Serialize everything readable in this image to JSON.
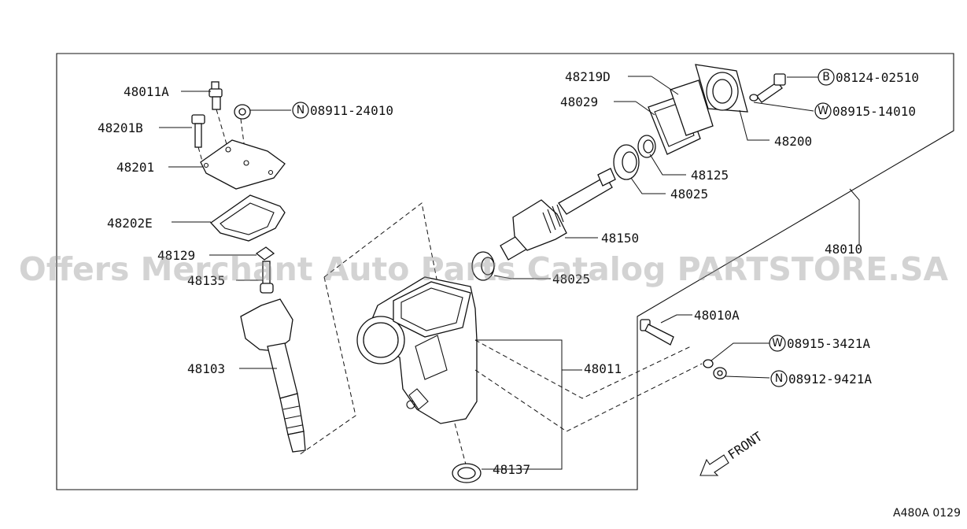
{
  "parts": [
    {
      "label": "48011A",
      "key": "p_48011A"
    },
    {
      "label": "48201B",
      "key": "p_48201B"
    },
    {
      "label": "48201",
      "key": "p_48201"
    },
    {
      "label": "48202E",
      "key": "p_48202E"
    },
    {
      "label": "48129",
      "key": "p_48129"
    },
    {
      "label": "48135",
      "key": "p_48135"
    },
    {
      "label": "48103",
      "key": "p_48103"
    },
    {
      "label": "48219D",
      "key": "p_48219D"
    },
    {
      "label": "48029",
      "key": "p_48029"
    },
    {
      "label": "48200",
      "key": "p_48200"
    },
    {
      "label": "48125",
      "key": "p_48125"
    },
    {
      "label": "48025",
      "key": "p_48025a"
    },
    {
      "label": "48150",
      "key": "p_48150"
    },
    {
      "label": "48025",
      "key": "p_48025b"
    },
    {
      "label": "48010",
      "key": "p_48010"
    },
    {
      "label": "48010A",
      "key": "p_48010A"
    },
    {
      "label": "48011",
      "key": "p_48011"
    },
    {
      "label": "48137",
      "key": "p_48137"
    }
  ],
  "fasteners": [
    {
      "prefix": "N",
      "number": "08911-24010",
      "key": "f_n1"
    },
    {
      "prefix": "B",
      "number": "08124-02510",
      "key": "f_b1"
    },
    {
      "prefix": "W",
      "number": "08915-14010",
      "key": "f_w1"
    },
    {
      "prefix": "W",
      "number": "08915-3421A",
      "key": "f_w2"
    },
    {
      "prefix": "N",
      "number": "08912-9421A",
      "key": "f_n2"
    }
  ],
  "front_label": "FRONT",
  "diagram_code": "A480A 0129",
  "watermark": "Offers Merchant Auto Parts Catalog PARTSTORE.SA"
}
